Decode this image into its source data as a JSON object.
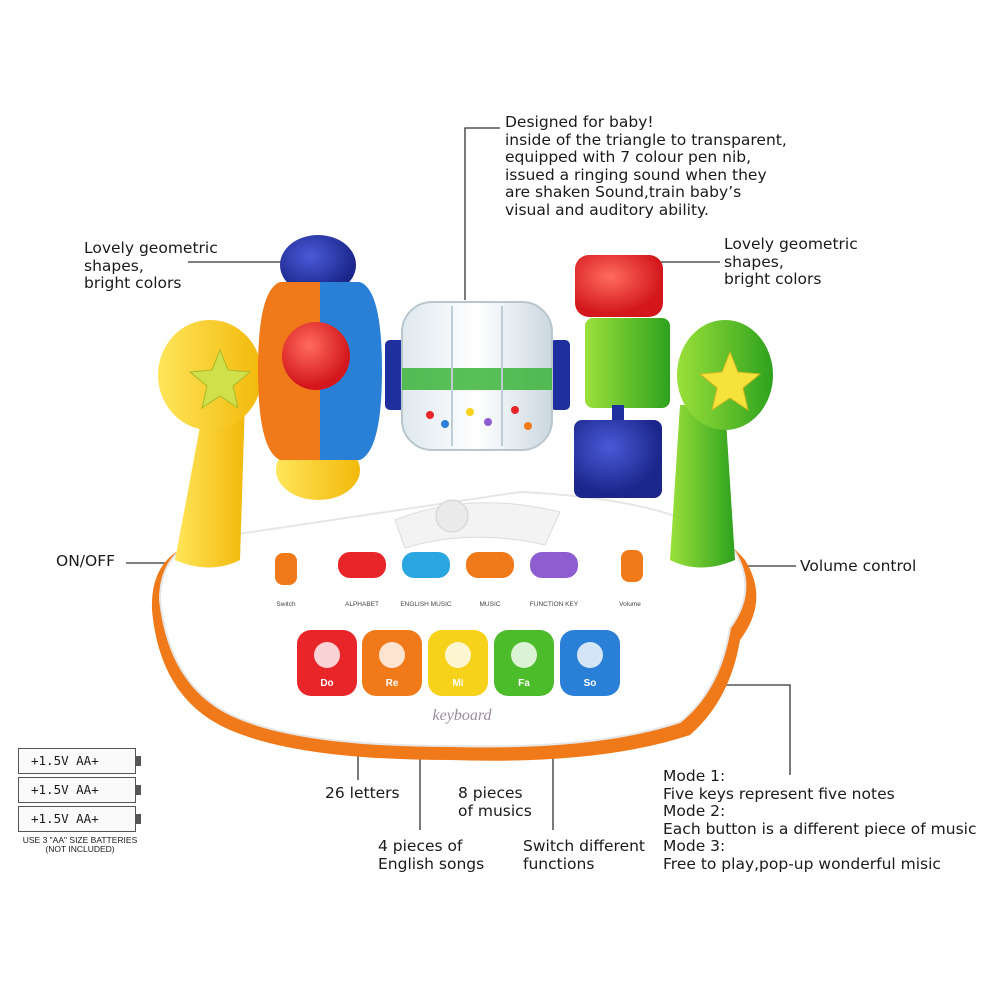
{
  "labels": {
    "top_center": "Designed for baby!\ninside of the triangle to transparent,\nequipped with 7 colour pen nib,\nissued a ringing sound when they\nare shaken Sound,train baby’s\nvisual and auditory ability.",
    "left_shapes": "Lovely geometric\nshapes,\nbright colors",
    "right_shapes": "Lovely geometric\nshapes,\nbright colors",
    "on_off": "ON/OFF",
    "volume": "Volume control",
    "letters": "26 letters",
    "english_songs": "4 pieces of\nEnglish songs",
    "musics": "8 pieces\nof musics",
    "functions": "Switch different\nfunctions",
    "modes": "Mode 1:\nFive keys represent five notes\nMode 2:\nEach button is a different piece of music\nMode 3:\nFree to play,pop-up wonderful misic"
  },
  "toy": {
    "button_labels": [
      "Switch",
      "ALPHABET",
      "ENGLISH\nMUSIC",
      "MUSIC",
      "FUNCTION\nKEY",
      "Volume"
    ],
    "key_notes": [
      "Do",
      "Re",
      "Mi",
      "Fa",
      "So"
    ],
    "brand_text": "keyboard",
    "colors": {
      "orange": "#f07a1a",
      "red": "#e8262a",
      "blue": "#2a7fd6",
      "yellow": "#f7d21a",
      "green": "#4cbc2a",
      "purple": "#8e5ed0",
      "navy": "#1f2f9e",
      "base": "#ffffff"
    }
  },
  "battery": {
    "cells": [
      "+1.5V AA+",
      "+1.5V AA+",
      "+1.5V AA+"
    ],
    "note": "USE 3 \"AA\" SIZE BATTERIES\n(NOT INCLUDED)"
  }
}
